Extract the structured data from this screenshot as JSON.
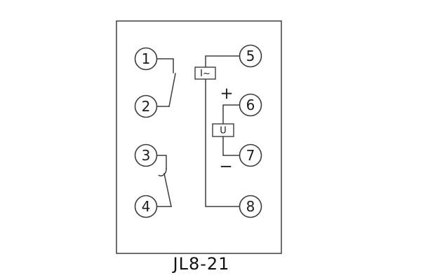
{
  "diagram": {
    "model_label": "JL8-21",
    "terminals": [
      "1",
      "2",
      "3",
      "4",
      "5",
      "6",
      "7",
      "8"
    ],
    "current_element_label": "I~",
    "voltage_element_label": "U",
    "plus_label": "+",
    "minus_label": "−",
    "colors": {
      "line": "#3d3d3d",
      "text": "#1c1c1c",
      "background": "#ffffff"
    }
  }
}
